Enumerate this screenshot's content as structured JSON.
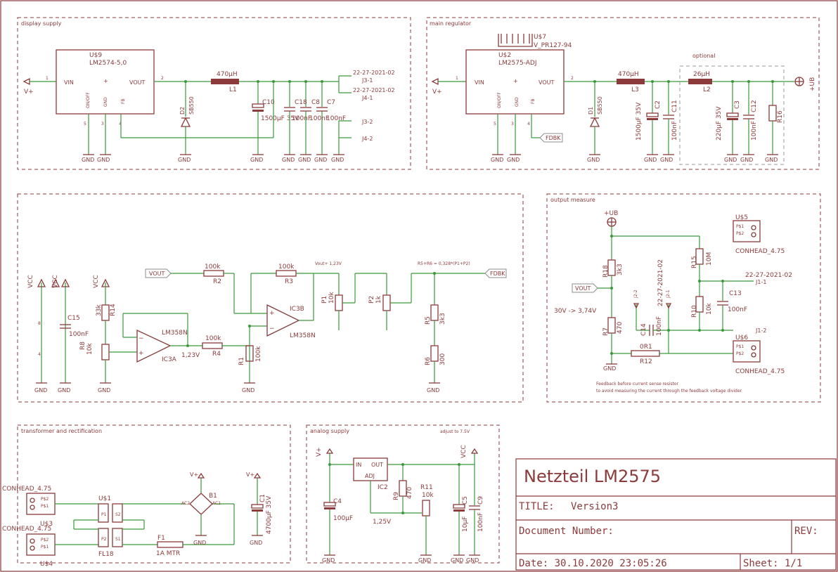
{
  "sections": {
    "display_supply": "display supply",
    "main_regulator": "main regulator",
    "optional": "optional",
    "output_measure": "output measure",
    "transformer": "transformer and rectification",
    "analog_supply": "analog supply",
    "adjust": "adjust to 7.5V"
  },
  "title_block": {
    "name": "Netzteil LM2575",
    "title_label": "TITLE:",
    "title_value": "Version3",
    "docnum_label": "Document Number:",
    "rev_label": "REV:",
    "date_label": "Date: 30.10.2020 23:05:26",
    "sheet_label": "Sheet: 1/1"
  },
  "display": {
    "u9_name": "U$9",
    "u9_value": "LM2574-5,0",
    "vin": "VIN",
    "vout": "VOUT",
    "onoff": "ON/OFF",
    "gnd": "GND",
    "fb": "FB",
    "pin1": "1",
    "pin2": "2",
    "pin5": "5",
    "pin3": "3",
    "pin4": "4",
    "vplus": "V+",
    "l1_value": "470µH",
    "l1_name": "L1",
    "d2_name": "D2",
    "d2_value": "SB550",
    "c10_name": "C10",
    "c10_value": "1500µF 35V",
    "c18": "C18",
    "c8": "C8",
    "c7": "C7",
    "c_values": "100nF",
    "j31": "J3-1",
    "j41": "J4-1",
    "j32": "J3-2",
    "j42": "J4-2",
    "date1": "22-27-2021-02",
    "date2": "22-27-2021-02",
    "gnd_label": "GND"
  },
  "main": {
    "u7_name": "U$7",
    "u7_value": "V_PR127-94",
    "u2_name": "U$2",
    "u2_value": "LM2575-ADJ",
    "l3_value": "470µH",
    "l3_name": "L3",
    "l2_value": "26µH",
    "l2_name": "L2",
    "d1_name": "D1",
    "d1_value": "SB550",
    "c2_name": "C2",
    "c2_value": "1500µF 35V",
    "c11_name": "C11",
    "c11_value": "100nF",
    "c3_name": "C3",
    "c3_value": "220µF 35V",
    "c12_name": "C12",
    "c12_value": "100nF",
    "r16_name": "R16",
    "fdbk": "FDBK",
    "ub": "+UB"
  },
  "opamp": {
    "vcc": "VCC",
    "c15_name": "C15",
    "c15_value": "100nF",
    "r14_name": "R14",
    "r14_value": "33k",
    "r8_name": "R8",
    "r8_value": "10k",
    "vout_label": "VOUT",
    "r2_value": "100k",
    "r2_name": "R2",
    "r3_value": "100k",
    "r3_name": "R3",
    "r4_value": "100k",
    "r4_name": "R4",
    "r1_name": "R1",
    "r1_value": "100k",
    "ic3a": "IC3A",
    "ic3b": "IC3B",
    "lm358": "LM358N",
    "v123a": "1,23V",
    "v123b": "Vout+ 1,23V",
    "p1_name": "P1",
    "p1_value": "10k",
    "p2_name": "P2",
    "p2_value": "1k",
    "formula": "R5+R6 = 0,328*(P1+P2)",
    "r5_name": "R5",
    "r5_value": "3k3",
    "r6_name": "R6",
    "r6_value": "300",
    "pin8": "8",
    "pin4": "4"
  },
  "measure": {
    "ub": "+UB",
    "r18_name": "R18",
    "r18_value": "3k3",
    "r7_name": "R7",
    "r7_value": "470",
    "vout_label": "VOUT",
    "range": "30V -> 3,74V",
    "r15_name": "R15",
    "r15_value": "10M",
    "r10_name": "R10",
    "r10_value": "10k",
    "c13_name": "C13",
    "c13_value": "100nF",
    "c14_name": "C14",
    "c14_value": "100nF",
    "r12_name": "R12",
    "r12_value": "0R1",
    "u5": "U$5",
    "u6": "U$6",
    "conhead": "CONHEAD_4.75",
    "ps1": "P$1",
    "ps2": "P$2",
    "j11": "J1-1",
    "j12": "J1-2",
    "j22": "J2-2",
    "j21": "J2-1",
    "date": "22-27-2021-02",
    "note1": "Feedback before current sense resistor",
    "note2": "to avoid measuring the current through the feedback voltage divider"
  },
  "trafo": {
    "conhead": "CONHEAD_4.75",
    "u3": "U$3",
    "u4": "U$4",
    "u1": "U$1",
    "fl18": "FL18",
    "f1": "F1",
    "f1_value": "1A MTR",
    "b1": "B1",
    "ac1": "AC1",
    "ac2": "AC2",
    "c1_name": "C1",
    "c1_value": "4700µF 35V",
    "p1": "P1",
    "p2": "P2",
    "s1": "S1",
    "s2": "S2"
  },
  "analog": {
    "in": "IN",
    "out": "OUT",
    "adj": "ADJ",
    "ic2": "IC2",
    "c4_name": "C4",
    "c4_value": "100µF",
    "r9_name": "R9",
    "r9_value": "470",
    "r11_name": "R11",
    "r11_value": "10k",
    "c5_name": "C5",
    "c5_value": "10µF",
    "c9_name": "C9",
    "c9_value": "100nF",
    "v125": "1,25V"
  }
}
